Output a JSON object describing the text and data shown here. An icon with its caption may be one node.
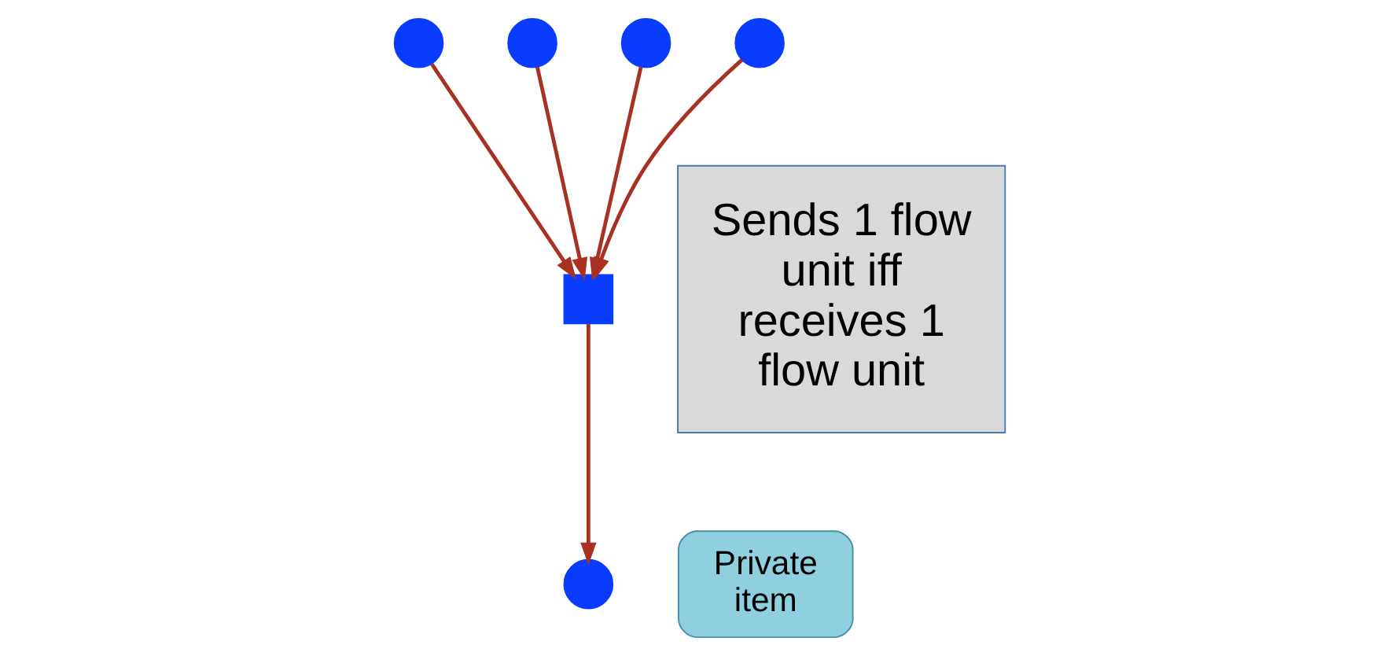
{
  "diagram": {
    "nodes": [
      {
        "text": [],
        "shape": "circle"
      },
      {
        "text": [],
        "shape": "circle"
      },
      {
        "text": [],
        "shape": "circle"
      },
      {
        "text": [],
        "shape": "circle"
      },
      {
        "text": [],
        "shape": "box"
      },
      {
        "text": [
          "Private item"
        ]
      },
      {
        "text": [],
        "shape": "circle"
      },
      {
        "text": [
          "Sends 1 flow unit iff receives 1 flow unit"
        ]
      }
    ],
    "edges": [
      {
        "from": 0,
        "to": 4,
        "arrow": "to"
      },
      {
        "from": 1,
        "to": 4,
        "arrow": "to"
      },
      {
        "from": 2,
        "to": 4,
        "arrow": "to"
      },
      {
        "from": 3,
        "to": 4,
        "arrow": "to"
      },
      {
        "from": 4,
        "to": 6,
        "arrow": "to"
      }
    ]
  }
}
